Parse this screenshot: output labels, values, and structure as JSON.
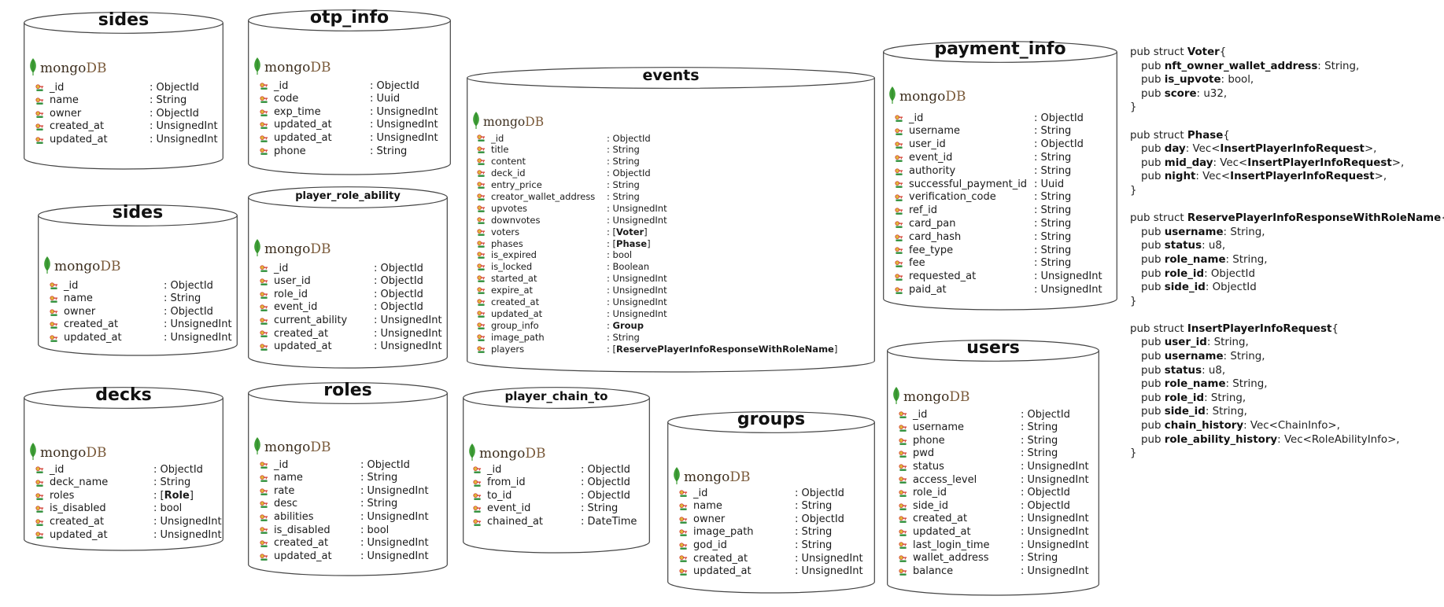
{
  "logo": {
    "mongo": "mongo",
    "db": "DB"
  },
  "collections": [
    {
      "id": "sides_1",
      "title": "sides",
      "fields": [
        [
          "_id",
          ": ObjectId"
        ],
        [
          "name",
          ": String"
        ],
        [
          "owner",
          ": ObjectId"
        ],
        [
          "created_at",
          ": UnsignedInt"
        ],
        [
          "updated_at",
          ": UnsignedInt"
        ]
      ]
    },
    {
      "id": "otp_info",
      "title": "otp_info",
      "fields": [
        [
          "_id",
          ": ObjectId"
        ],
        [
          "code",
          ": Uuid"
        ],
        [
          "exp_time",
          ": UnsignedInt"
        ],
        [
          "updated_at",
          ": UnsignedInt"
        ],
        [
          "updated_at",
          ": UnsignedInt"
        ],
        [
          "phone",
          ": String"
        ]
      ]
    },
    {
      "id": "events",
      "title": "events",
      "fields": [
        [
          "_id",
          ": ObjectId"
        ],
        [
          "title",
          ": String"
        ],
        [
          "content",
          ": String"
        ],
        [
          "deck_id",
          ": ObjectId"
        ],
        [
          "entry_price",
          ": String"
        ],
        [
          "creator_wallet_address",
          ": String"
        ],
        [
          "upvotes",
          ": UnsignedInt"
        ],
        [
          "downvotes",
          ": UnsignedInt"
        ],
        [
          "voters",
          ": [",
          [
            "Voter"
          ],
          "]"
        ],
        [
          "phases",
          ": [",
          [
            "Phase"
          ],
          "]"
        ],
        [
          "is_expired",
          ": bool"
        ],
        [
          "is_locked",
          ": Boolean"
        ],
        [
          "started_at",
          ": UnsignedInt"
        ],
        [
          "expire_at",
          ": UnsignedInt"
        ],
        [
          "created_at",
          ": UnsignedInt"
        ],
        [
          "updated_at",
          ": UnsignedInt"
        ],
        [
          "group_info",
          ": ",
          [
            "Group"
          ],
          ""
        ],
        [
          "image_path",
          ": String"
        ],
        [
          "players",
          ": [",
          [
            "ReservePlayerInfoResponseWithRoleName"
          ],
          "]"
        ]
      ]
    },
    {
      "id": "payment_info",
      "title": "payment_info",
      "fields": [
        [
          "_id",
          ": ObjectId"
        ],
        [
          "username",
          ": String"
        ],
        [
          "user_id",
          ": ObjectId"
        ],
        [
          "event_id",
          ": String"
        ],
        [
          "authority",
          ": String"
        ],
        [
          "successful_payment_id",
          ": Uuid"
        ],
        [
          "verification_code",
          ": String"
        ],
        [
          "ref_id",
          ": String"
        ],
        [
          "card_pan",
          ": String"
        ],
        [
          "card_hash",
          ": String"
        ],
        [
          "fee_type",
          ": String"
        ],
        [
          "fee",
          ": String"
        ],
        [
          "requested_at",
          ": UnsignedInt"
        ],
        [
          "paid_at",
          ": UnsignedInt"
        ]
      ]
    },
    {
      "id": "sides_2",
      "title": "sides",
      "fields": [
        [
          "_id",
          ": ObjectId"
        ],
        [
          "name",
          ": String"
        ],
        [
          "owner",
          ": ObjectId"
        ],
        [
          "created_at",
          ": UnsignedInt"
        ],
        [
          "updated_at",
          ": UnsignedInt"
        ]
      ]
    },
    {
      "id": "player_role_ability",
      "title": "player_role_ability",
      "fields": [
        [
          "_id",
          ": ObjectId"
        ],
        [
          "user_id",
          ": ObjectId"
        ],
        [
          "role_id",
          ": ObjectId"
        ],
        [
          "event_id",
          ": ObjectId"
        ],
        [
          "current_ability",
          ": UnsignedInt"
        ],
        [
          "created_at",
          ": UnsignedInt"
        ],
        [
          "updated_at",
          ": UnsignedInt"
        ]
      ]
    },
    {
      "id": "decks",
      "title": "decks",
      "fields": [
        [
          "_id",
          ": ObjectId"
        ],
        [
          "deck_name",
          ": String"
        ],
        [
          "roles",
          ": [",
          [
            "Role"
          ],
          "]"
        ],
        [
          "is_disabled",
          ": bool"
        ],
        [
          "created_at",
          ": UnsignedInt"
        ],
        [
          "updated_at",
          ": UnsignedInt"
        ]
      ]
    },
    {
      "id": "roles",
      "title": "roles",
      "fields": [
        [
          "_id",
          ": ObjectId"
        ],
        [
          "name",
          ": String"
        ],
        [
          "rate",
          ": UnsignedInt"
        ],
        [
          "desc",
          ": String"
        ],
        [
          "abilities",
          ": UnsignedInt"
        ],
        [
          "is_disabled",
          ": bool"
        ],
        [
          "created_at",
          ": UnsignedInt"
        ],
        [
          "updated_at",
          ": UnsignedInt"
        ]
      ]
    },
    {
      "id": "player_chain_to",
      "title": "player_chain_to",
      "fields": [
        [
          "_id",
          ": ObjectId"
        ],
        [
          "from_id",
          ": ObjectId"
        ],
        [
          "to_id",
          ": ObjectId"
        ],
        [
          "event_id",
          ": String"
        ],
        [
          "chained_at",
          ": DateTime"
        ]
      ]
    },
    {
      "id": "groups",
      "title": "groups",
      "fields": [
        [
          "_id",
          ": ObjectId"
        ],
        [
          "name",
          ": String"
        ],
        [
          "owner",
          ": ObjectId"
        ],
        [
          "image_path",
          ": String"
        ],
        [
          "god_id",
          ": String"
        ],
        [
          "created_at",
          ": UnsignedInt"
        ],
        [
          "updated_at",
          ": UnsignedInt"
        ]
      ]
    },
    {
      "id": "users",
      "title": "users",
      "fields": [
        [
          "_id",
          ": ObjectId"
        ],
        [
          "username",
          ": String"
        ],
        [
          "phone",
          ": String"
        ],
        [
          "pwd",
          ": String"
        ],
        [
          "status",
          ": UnsignedInt"
        ],
        [
          "access_level",
          ": UnsignedInt"
        ],
        [
          "role_id",
          ": ObjectId"
        ],
        [
          "side_id",
          ": ObjectId"
        ],
        [
          "created_at",
          ": UnsignedInt"
        ],
        [
          "updated_at",
          ": UnsignedInt"
        ],
        [
          "last_login_time",
          ": UnsignedInt"
        ],
        [
          "wallet_address",
          ": String"
        ],
        [
          "balance",
          ": UnsignedInt"
        ]
      ]
    }
  ],
  "code": [
    {
      "head": [
        "pub struct ",
        "Voter",
        "{"
      ],
      "lines": [
        [
          "pub ",
          "nft_owner_wallet_address",
          ": String,"
        ],
        [
          "pub ",
          "is_upvote",
          ": bool,"
        ],
        [
          "pub ",
          "score",
          ": u32,"
        ]
      ]
    },
    {
      "head": [
        "pub struct ",
        "Phase",
        "{"
      ],
      "lines": [
        [
          "pub ",
          "day",
          ": Vec<",
          "InsertPlayerInfoRequest",
          ">,"
        ],
        [
          "pub ",
          "mid_day",
          ": Vec<",
          "InsertPlayerInfoRequest",
          ">,"
        ],
        [
          "pub ",
          "night",
          ": Vec<",
          "InsertPlayerInfoRequest",
          ">,"
        ]
      ]
    },
    {
      "head": [
        "pub struct ",
        "ReservePlayerInfoResponseWithRoleName",
        "{"
      ],
      "lines": [
        [
          "pub ",
          "username",
          ": String,"
        ],
        [
          "pub ",
          "status",
          ": u8,"
        ],
        [
          "pub ",
          "role_name",
          ": String,"
        ],
        [
          "pub ",
          "role_id",
          ": ObjectId"
        ],
        [
          "pub ",
          "side_id",
          ": ObjectId"
        ]
      ]
    },
    {
      "head": [
        "pub struct ",
        "InsertPlayerInfoRequest",
        "{"
      ],
      "lines": [
        [
          "pub ",
          "user_id",
          ": String,"
        ],
        [
          "pub ",
          "username",
          ": String,"
        ],
        [
          "pub ",
          "status",
          ": u8,"
        ],
        [
          "pub ",
          "role_name",
          ": String,"
        ],
        [
          "pub ",
          "role_id",
          ": String,"
        ],
        [
          "pub ",
          "side_id",
          ": String,"
        ],
        [
          "pub ",
          "chain_history",
          ": Vec<ChainInfo>,"
        ],
        [
          "pub ",
          "role_ability_history",
          ": Vec<RoleAbilityInfo>,"
        ]
      ]
    }
  ],
  "code_close": "}",
  "colors": {
    "stroke": "#444444",
    "leaf": "#3fa037",
    "key_red": "#d0382b",
    "key_green": "#2f8f3a",
    "key_yellow": "#e0b83a"
  }
}
